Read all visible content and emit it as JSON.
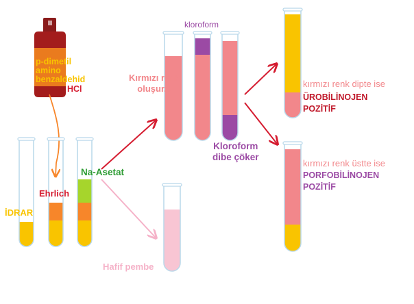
{
  "colors": {
    "yellow": "#f9c400",
    "orange": "#f7862a",
    "green": "#a6d52c",
    "salmon": "#f2878b",
    "purple": "#9b4aa4",
    "pink": "#f8c5d3",
    "glass": "#b9d8ea",
    "red_arrow": "#d51c30",
    "pink_arrow": "#f5b2c8",
    "bottle_dark": "#8a1b1b",
    "bottle_body": "#a31c1c",
    "bottle_label": "#ea7b1e"
  },
  "labels": {
    "reagent": [
      "p-dimetil",
      "amino",
      "benzaldehid",
      "HCl"
    ],
    "idrar": "İDRAR",
    "ehrlich": "Ehrlich",
    "na_asetat": "Na-Asetat",
    "hafif_pembe": "Hafif pembe",
    "kirmizi_renk": "Kırmızı renk",
    "olusur": "oluşur...",
    "kloroform": "kloroform",
    "kloroform_dibe_1": "Kloroform",
    "kloroform_dibe_2": "dibe çöker",
    "dipte_ise": "kırmızı renk dipte ise",
    "urobilinojen": "ÜROBİLİNOJEN",
    "pozitif_1": "POZİTİF",
    "ustte_ise": "kırmızı renk üstte ise",
    "porfobilinojen": "PORFOBİLİNOJEN",
    "pozitif_2": "POZİTİF"
  }
}
